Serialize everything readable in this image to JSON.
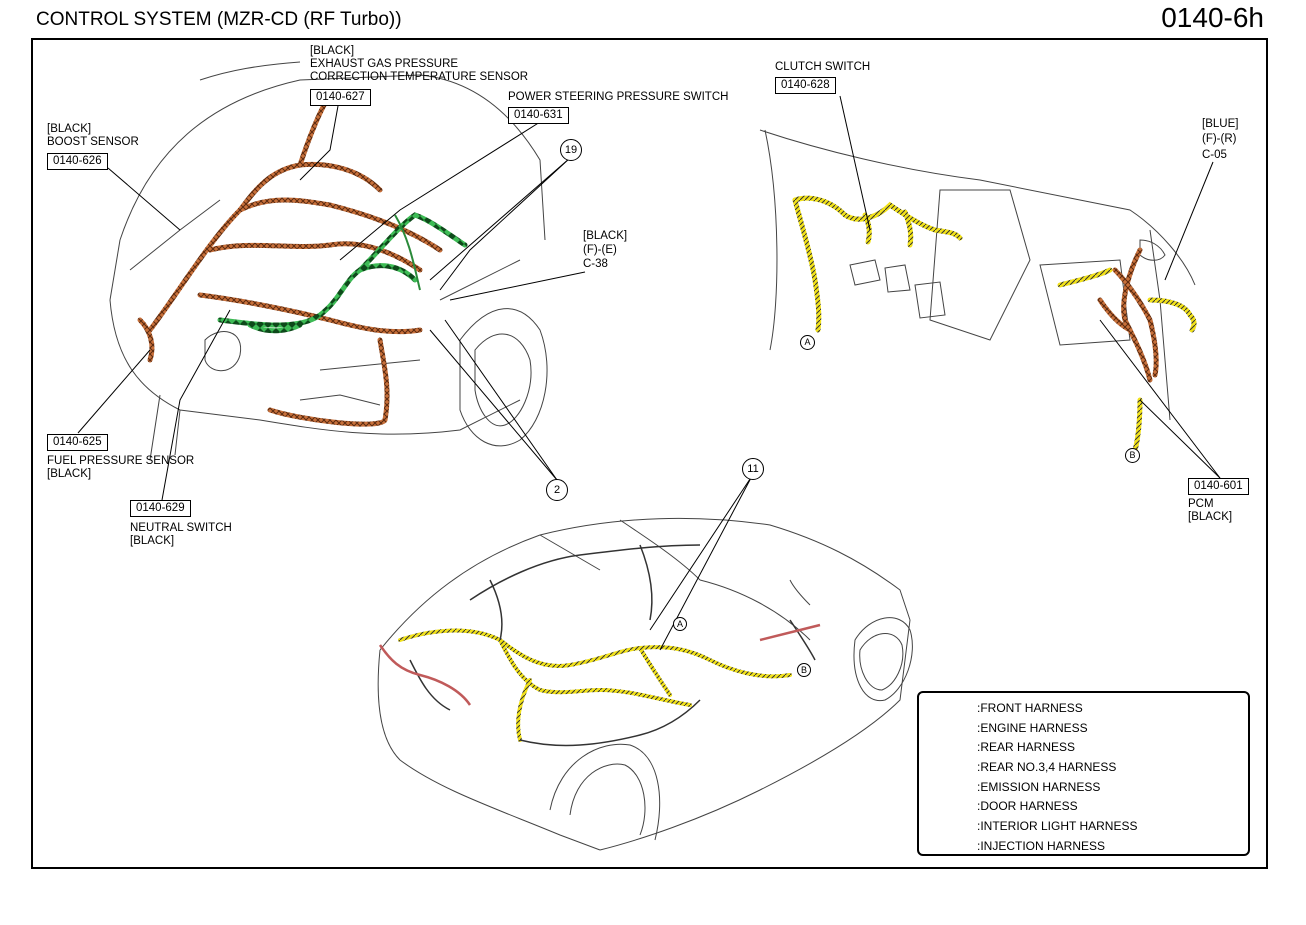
{
  "header": {
    "title": "CONTROL SYSTEM (MZR-CD (RF Turbo))",
    "page_code": "0140-6h"
  },
  "callouts": {
    "exhaust_sensor": {
      "color_tag": "[BLACK]",
      "name_line1": "EXHAUST GAS PRESSURE",
      "name_line2": "CORRECTION TEMPERATURE SENSOR",
      "ref": "0140-627"
    },
    "power_steering": {
      "name": "POWER STEERING PRESSURE SWITCH",
      "ref": "0140-631"
    },
    "boost_sensor": {
      "color_tag": "[BLACK]",
      "name": "BOOST SENSOR",
      "ref": "0140-626"
    },
    "connector_c38": {
      "color_tag": "[BLACK]",
      "gender": "(F)-(E)",
      "code": "C-38"
    },
    "fuel_pressure": {
      "ref": "0140-625",
      "name": "FUEL PRESSURE SENSOR",
      "color_tag": "[BLACK]"
    },
    "neutral_switch": {
      "ref": "0140-629",
      "name": "NEUTRAL SWITCH",
      "color_tag": "[BLACK]"
    },
    "clutch_switch": {
      "name": "CLUTCH SWITCH",
      "ref": "0140-628"
    },
    "connector_c05": {
      "color_tag": "[BLUE]",
      "gender": "(F)-(R)",
      "code": "C-05"
    },
    "pcm": {
      "ref": "0140-601",
      "name": "PCM",
      "color_tag": "[BLACK]"
    }
  },
  "markers": {
    "num_19": "19",
    "num_2": "2",
    "num_11": "11",
    "letter_a_top": "A",
    "letter_b_top": "B",
    "letter_a_car": "A",
    "letter_b_car": "B"
  },
  "legend": {
    "items": [
      {
        "label": ":FRONT HARNESS",
        "color": "#c8703a",
        "pattern": "cross"
      },
      {
        "label": ":ENGINE HARNESS",
        "color": "#3dbb55",
        "pattern": "diamond"
      },
      {
        "label": ":REAR HARNESS",
        "color": "#f2e21a",
        "pattern": "hatch"
      },
      {
        "label": ":REAR NO.3,4 HARNESS",
        "color": "#d06a6a",
        "pattern": "solid"
      },
      {
        "label": ":EMISSION HARNESS",
        "color": "#1a1ae6",
        "pattern": "solid"
      },
      {
        "label": ":DOOR HARNESS",
        "color": "#f29ad2",
        "pattern": "solid"
      },
      {
        "label": ":INTERIOR LIGHT HARNESS",
        "color": "#fbf6c2",
        "pattern": "solid"
      },
      {
        "label": ":INJECTION HARNESS",
        "color": "#2de8f0",
        "pattern": "solid"
      }
    ]
  }
}
